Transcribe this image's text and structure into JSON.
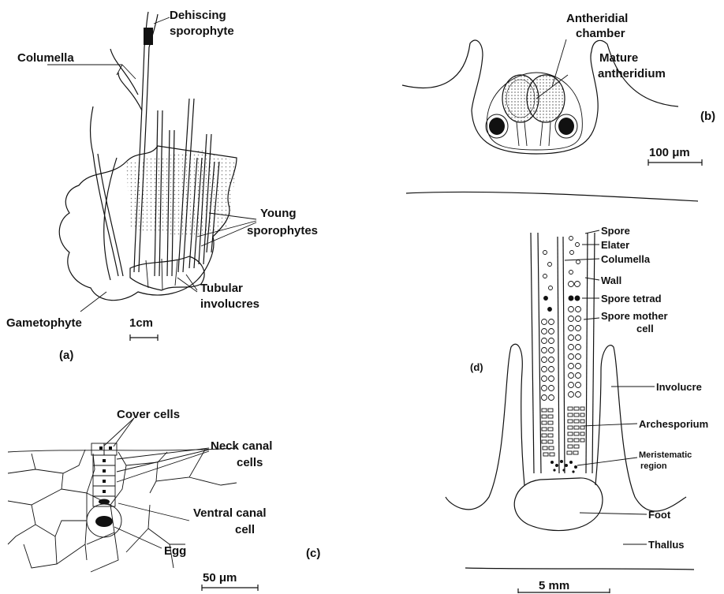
{
  "panel_a": {
    "labels": {
      "dehiscing": [
        "Dehiscing",
        "sporophyte"
      ],
      "columella": "Columella",
      "young": [
        "Young",
        "sporophytes"
      ],
      "tubular": [
        "Tubular",
        "involucres"
      ],
      "gametophyte": "Gametophyte",
      "scale": "1cm",
      "panel": "(a)"
    }
  },
  "panel_b": {
    "labels": {
      "chamber": [
        "Antheridial",
        "chamber"
      ],
      "mature": [
        "Mature",
        "antheridium"
      ],
      "scale": "100 μm",
      "panel": "(b)"
    }
  },
  "panel_c": {
    "labels": {
      "cover": "Cover cells",
      "neck": [
        "Neck canal",
        "cells"
      ],
      "ventral": [
        "Ventral canal",
        "cell"
      ],
      "egg": "Egg",
      "scale": "50 μm",
      "panel": "(c)"
    }
  },
  "panel_d": {
    "labels": {
      "spore": "Spore",
      "elater": "Elater",
      "columella": "Columella",
      "wall": "Wall",
      "tetrad": "Spore tetrad",
      "mother": [
        "Spore mother",
        "cell"
      ],
      "involucre": "Involucre",
      "archesporium": "Archesporium",
      "meristematic": [
        "Meristematic",
        "region"
      ],
      "foot": "Foot",
      "thallus": "Thallus",
      "scale": "5 mm",
      "panel": "(d)"
    }
  }
}
